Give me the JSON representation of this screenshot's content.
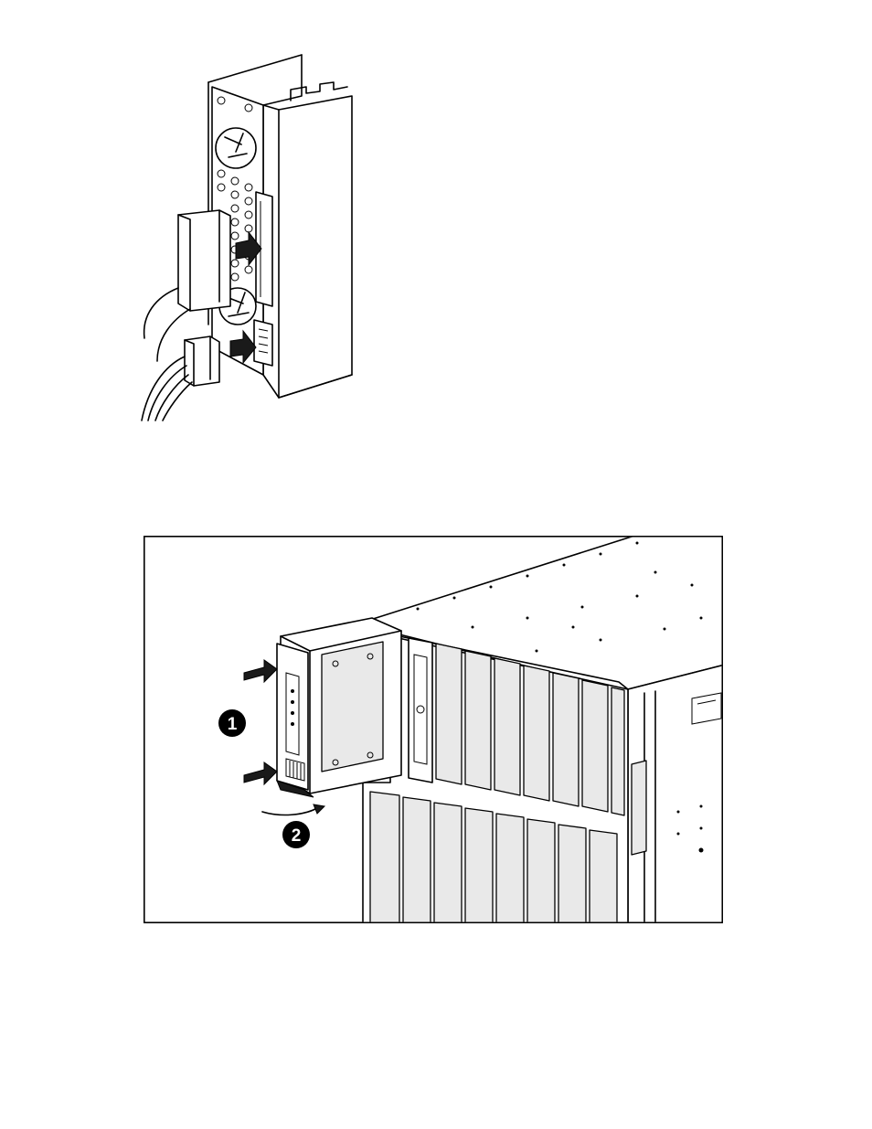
{
  "callouts": [
    {
      "id": "step-1",
      "label": "1"
    },
    {
      "id": "step-2",
      "label": "2"
    }
  ],
  "colors": {
    "line": "#000000",
    "panel": "#e9e9e9",
    "background": "#ffffff",
    "frame": "#000000"
  },
  "icons": [
    "push-arrow-icon",
    "rotate-arrow-icon"
  ]
}
